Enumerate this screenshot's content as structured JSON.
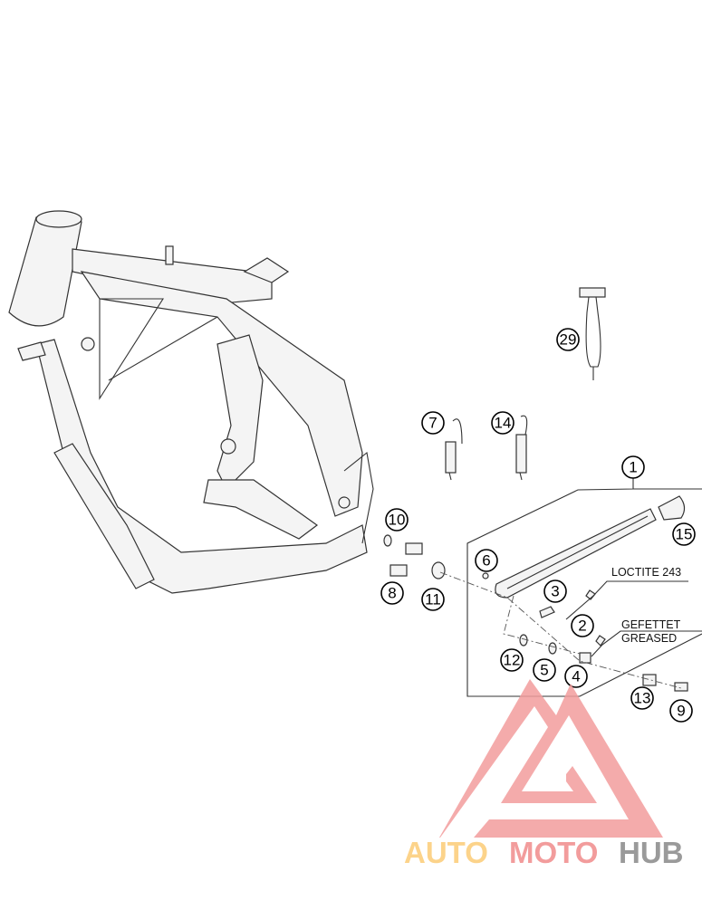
{
  "diagram": {
    "type": "exploded parts diagram - frame and side stand",
    "callouts": [
      "1",
      "2",
      "3",
      "4",
      "5",
      "6",
      "7",
      "8",
      "9",
      "10",
      "11",
      "12",
      "13",
      "14",
      "15",
      "29"
    ],
    "notes": {
      "loctite": "LOCTITE 243",
      "greased_de": "GEFETTET",
      "greased_en": "GREASED"
    }
  },
  "watermark": {
    "part1": "AUTO",
    "part2": "MOTO",
    "part3": "HUB",
    "colors": {
      "auto": "#fcd38a",
      "moto": "#f29c9c",
      "hub": "#9a9a9a",
      "logo": "#f29c9c"
    }
  }
}
